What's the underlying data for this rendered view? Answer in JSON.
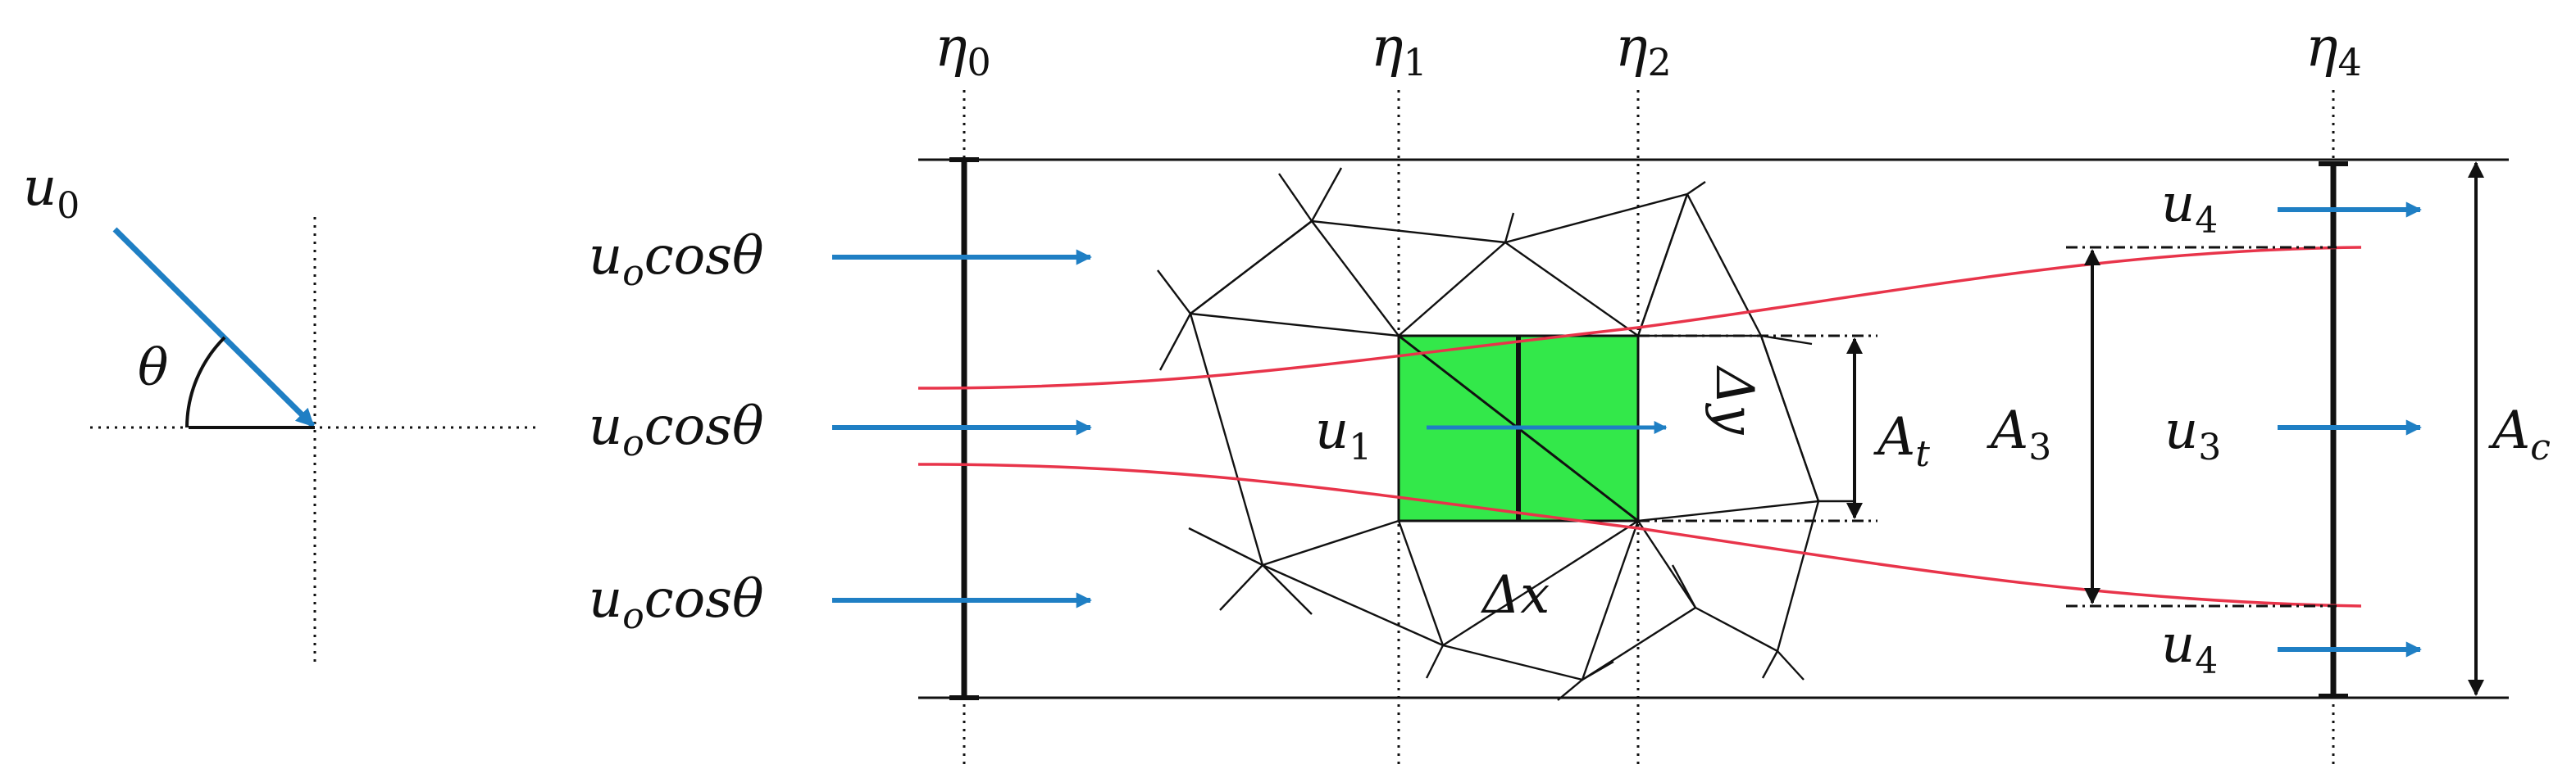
{
  "colors": {
    "arrow": "#1f7fc4",
    "streamline": "#e8344a",
    "disk": "#33e84a",
    "line": "#111111"
  },
  "labels": {
    "u0": {
      "base": "u",
      "sub": "0"
    },
    "theta": "θ",
    "inflow_1": {
      "base": "u",
      "sub": "o",
      "rest": "cosθ"
    },
    "inflow_2": {
      "base": "u",
      "sub": "o",
      "rest": "cosθ"
    },
    "inflow_3": {
      "base": "u",
      "sub": "o",
      "rest": "cosθ"
    },
    "eta0": {
      "base": "η",
      "sub": "0"
    },
    "eta1": {
      "base": "η",
      "sub": "1"
    },
    "eta2": {
      "base": "η",
      "sub": "2"
    },
    "eta4": {
      "base": "η",
      "sub": "4"
    },
    "u1": {
      "base": "u",
      "sub": "1"
    },
    "u3": {
      "base": "u",
      "sub": "3"
    },
    "u4_top": {
      "base": "u",
      "sub": "4"
    },
    "u4_bottom": {
      "base": "u",
      "sub": "4"
    },
    "At": {
      "base": "A",
      "sub": "t"
    },
    "A3": {
      "base": "A",
      "sub": "3"
    },
    "Ac": {
      "base": "A",
      "sub": "c"
    },
    "dx": "Δx",
    "dy": "Δy"
  }
}
